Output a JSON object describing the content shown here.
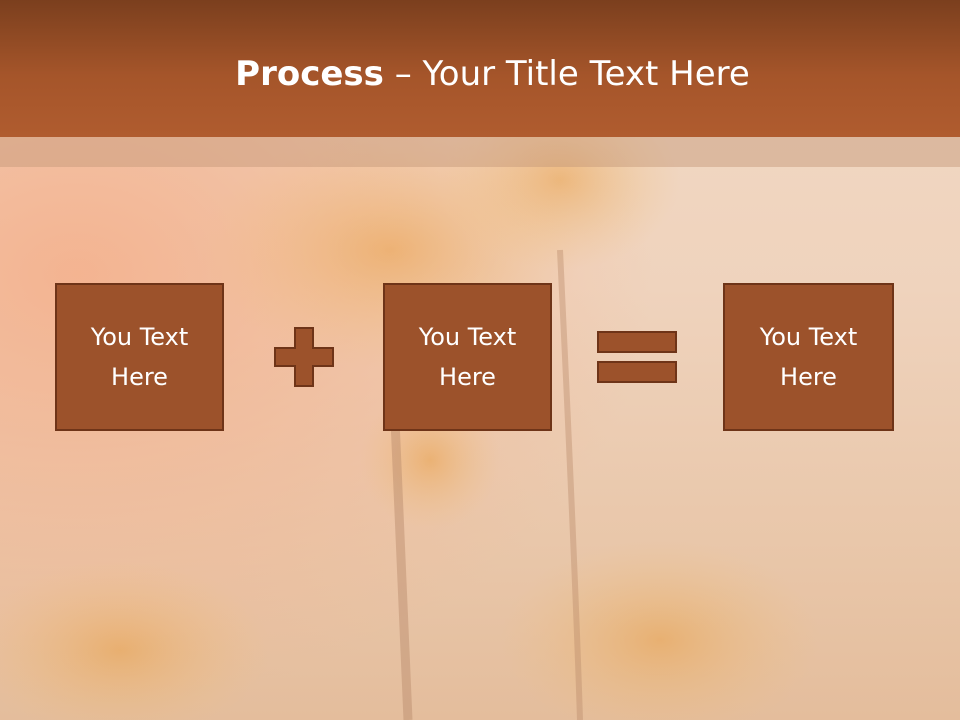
{
  "slide": {
    "title_bold": "Process",
    "title_sep": " – ",
    "title_rest": "Your Title Text Here"
  },
  "process": {
    "boxes": [
      {
        "text": "You Text Here"
      },
      {
        "text": "You Text Here"
      },
      {
        "text": "You Text Here"
      }
    ],
    "operators": [
      "plus-icon",
      "equals-icon"
    ]
  },
  "colors": {
    "title_bar": "#a5552a",
    "box_fill": "#9c522b",
    "box_border": "#6e3418"
  }
}
